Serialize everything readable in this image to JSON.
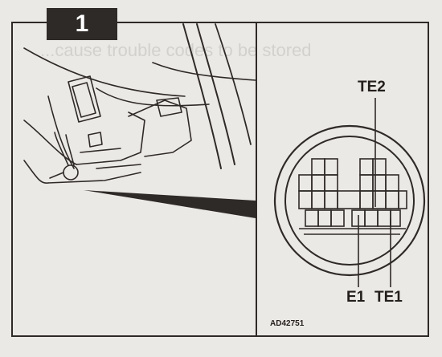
{
  "step": {
    "number": "1"
  },
  "background_text": {
    "line1": "...cause trouble codes to be stored"
  },
  "connector_labels": {
    "te2": "TE2",
    "e1": "E1",
    "te1": "TE1"
  },
  "figure_code": "AD42751",
  "colors": {
    "ink": "#2e2a28",
    "paper": "#ebe9e5",
    "bleed": "#d3d1cd"
  }
}
